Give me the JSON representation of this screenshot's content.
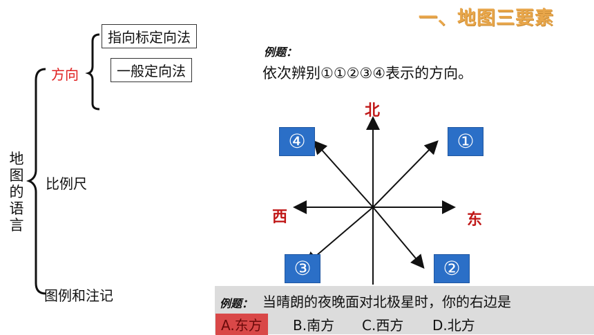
{
  "title": "一、地图三要素",
  "tree": {
    "root_chars": [
      "地",
      "图",
      "的",
      "语",
      "言"
    ],
    "direction": "方向",
    "direction_sub": [
      "指向标定向法",
      "一般定向法"
    ],
    "scale": "比例尺",
    "legend": "图例和注记"
  },
  "example1": {
    "label": "例题：",
    "text": "依次辨别①①②③④表示的方向。"
  },
  "compass": {
    "north": "北",
    "east": "东",
    "west": "西",
    "boxes": {
      "top_right": "①",
      "top_left": "④",
      "bottom_left": "③",
      "bottom_right": "②"
    }
  },
  "question": {
    "label": "例题：",
    "text": "当晴朗的夜晚面对北极星时，你的右边是",
    "options": [
      "A.东方",
      "B.南方",
      "C.西方",
      "D.北方"
    ],
    "selected_index": 0
  },
  "colors": {
    "title": "#e8a64a",
    "highlight_red": "#e02020",
    "box_blue": "#2b6fc7",
    "direction_label": "#c01818",
    "band_gray": "#dcdcdc"
  }
}
